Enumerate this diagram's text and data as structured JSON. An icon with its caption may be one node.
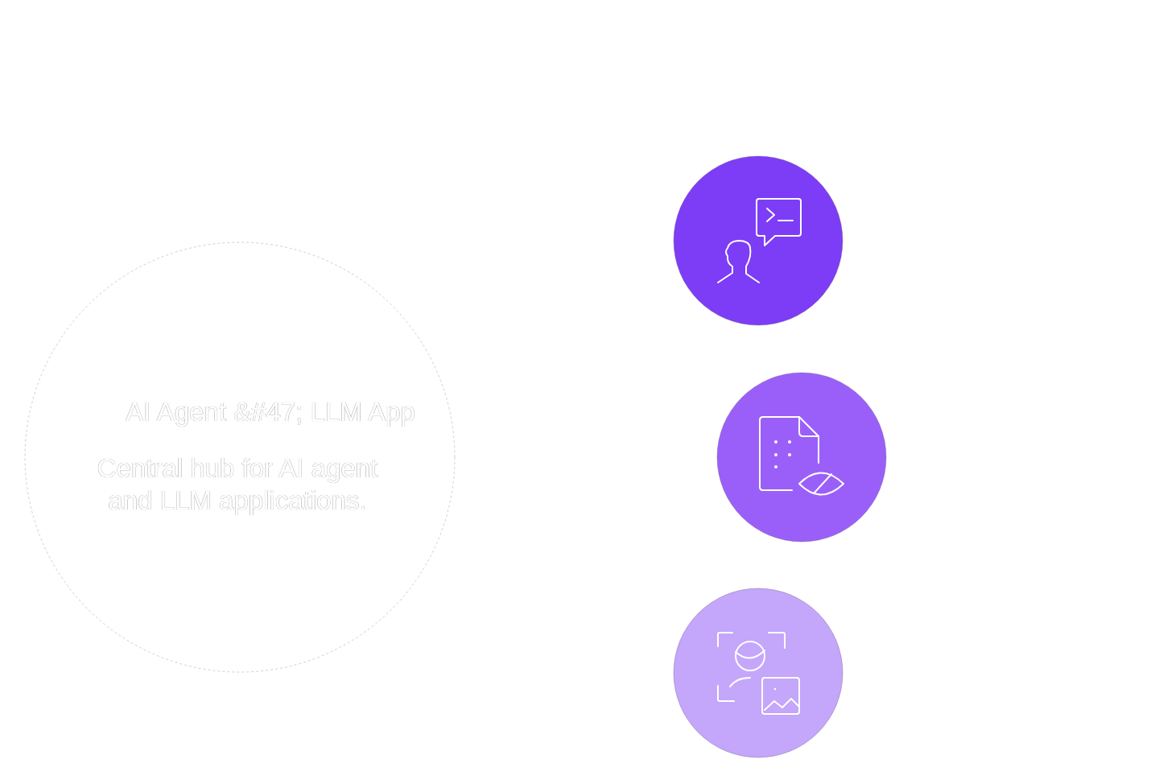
{
  "diagram": {
    "nodes": [
      {
        "text": [
          "AI Agent &#47; LLM App",
          "Central hub for AI agent and LLM applications."
        ]
      },
      {
        "text": [],
        "shape": "circle"
      },
      {
        "text": [],
        "shape": "circle"
      },
      {
        "text": [],
        "shape": "circle"
      }
    ]
  }
}
